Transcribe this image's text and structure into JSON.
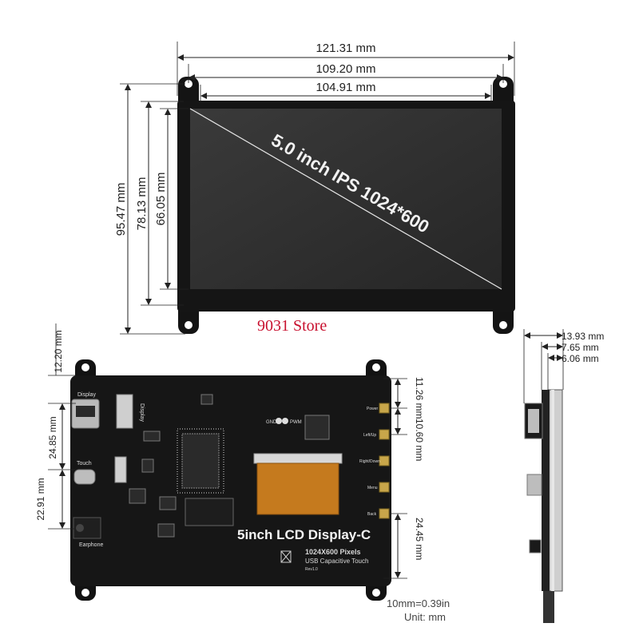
{
  "front_view": {
    "width_outer": "121.31 mm",
    "width_mount": "109.20 mm",
    "width_active": "104.91 mm",
    "height_outer": "95.47 mm",
    "height_mid": "78.13 mm",
    "height_active": "66.05 mm",
    "screen_text": "5.0 inch IPS 1024*600"
  },
  "store": "9031 Store",
  "back_view": {
    "top_margin": "12.20 mm",
    "port_spacing_1": "24.85 mm",
    "port_spacing_2": "22.91 mm",
    "button_top": "11.26 mm",
    "button_spacing": "10.60 mm",
    "button_bottom": "24.45 mm",
    "label_display": "Display",
    "label_display_fpc": "Display",
    "label_touch": "Touch",
    "label_earphone": "Earphone",
    "label_gnd": "GND",
    "label_pwm": "PWM",
    "title": "5inch LCD Display-C",
    "pixels": "1024X600 Pixels",
    "touch_type": "USB Capacitive Touch",
    "rev": "Rev1.0",
    "buttons": [
      "Power",
      "Left/Up",
      "Right/Down",
      "Menu",
      "Back"
    ]
  },
  "side_view": {
    "thickness_total": "13.93 mm",
    "thickness_mid": "7.65 mm",
    "thickness_panel": "6.06 mm"
  },
  "footer": {
    "conversion": "10mm=0.39in",
    "unit": "Unit: mm"
  },
  "colors": {
    "board": "#161616",
    "screen": "#2e2e2e",
    "store": "#c8102e"
  }
}
